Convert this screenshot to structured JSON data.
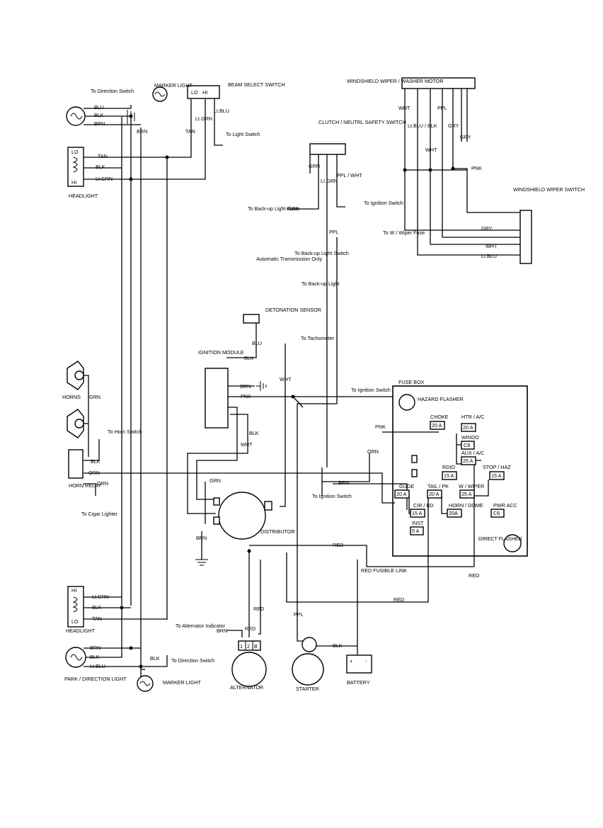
{
  "components": {
    "to_direction_switch_top": "To Direction Switch",
    "marker_light": "MARKER LIGHT",
    "beam_select_switch": "BEAM SELECT SWITCH",
    "beam_lo": "LO",
    "beam_hi": "HI",
    "headlight": "HEADLIGHT",
    "headlight_lo": "LO",
    "headlight_hi": "HI",
    "to_light_switch": "To Light Switch",
    "windshield_wiper_motor": "WINDSHIELD WIPER / WASHER MOTOR",
    "clutch_safety_switch": "CLUTCH / NEUTRL SAFETY SWITCH",
    "to_backup_light_fuse": "To Back-up Light Fuse",
    "to_ignition_switch_clutch": "To Ignition Switch",
    "automatic_transmission_only": "Automatic Transmission Only",
    "to_backup_light_switch": "To Back-up Light Switch",
    "to_backup_light": "To Back-up Light",
    "windshield_wiper_switch": "WINDSHIELD WIPER SWITCH",
    "to_w_wiper_fuse": "To W / Wiper Fuse",
    "detonation_sensor": "DETONATION SENSOR",
    "to_tachometer": "To Tachometer",
    "ignition_module": "IGNITION MODULE",
    "to_ignition_switch_mid": "To Ignition Switch",
    "horns": "HORNS",
    "to_horn_switch": "To Horn Switch",
    "horn_relay": "HORN RELAY",
    "to_cigar_lighter": "To Cigar Lighter",
    "distributor": "DISTRIBUTOR",
    "to_ignition_switch_low": "To Ignition Switch",
    "red_fusible_link": "RED FUSIBLE LINK",
    "to_alternator_indicator": "To Alternator Indicator",
    "alternator": "ALTERNATOR",
    "starter": "STARTER",
    "battery": "BATTERY",
    "park_direction_light": "PARK / DIRECTION LIGHT",
    "marker_light_bottom": "MARKER LIGHT",
    "to_direction_switch_bottom": "To Direction Switch",
    "alternator_terminals": [
      "1",
      "2",
      "B"
    ],
    "battery_terminals": [
      "+",
      "-"
    ]
  },
  "fuse_box": {
    "title": "FUSE BOX",
    "hazard_flasher": "HAZARD FLASHER",
    "direct_flasher": "DIRECT FLASHER",
    "fuses": [
      {
        "name": "CHOKE",
        "rating": "20 A"
      },
      {
        "name": "HTR / A/C",
        "rating": "20 A"
      },
      {
        "name": "WINDO",
        "rating": "C8"
      },
      {
        "name": "AUX / A/C",
        "rating": "25 A"
      },
      {
        "name": "RDIO",
        "rating": "15 A"
      },
      {
        "name": "STOP / HAZ",
        "rating": "15 A"
      },
      {
        "name": "GUGE",
        "rating": "20 A"
      },
      {
        "name": "TAIL / PK",
        "rating": "20 A"
      },
      {
        "name": "W / WIPER",
        "rating": "25 A"
      },
      {
        "name": "CIR / BD",
        "rating": "15 A"
      },
      {
        "name": "HORN / DOME",
        "rating": "20A"
      },
      {
        "name": "PWR ACC",
        "rating": "C6"
      },
      {
        "name": "INST",
        "rating": "5 A"
      }
    ]
  },
  "wire_colors": {
    "blu": "BLU",
    "blk": "BLK",
    "brn": "BRN",
    "tan": "TAN",
    "ltgrn": "Lt.GRN",
    "ltgrn_dot": "LI.GRN",
    "ltblu": "Lt.BLU",
    "ltblu_dot": "Lt.BLU",
    "grn": "GRN",
    "ppl": "PPL",
    "ppl_wht": "PPL / WHT",
    "wht": "WHT",
    "gry": "GRY",
    "pnk": "PNK",
    "org": "ORN",
    "red": "RED",
    "ltblu_blk": "Lt.BLU / BLK"
  }
}
